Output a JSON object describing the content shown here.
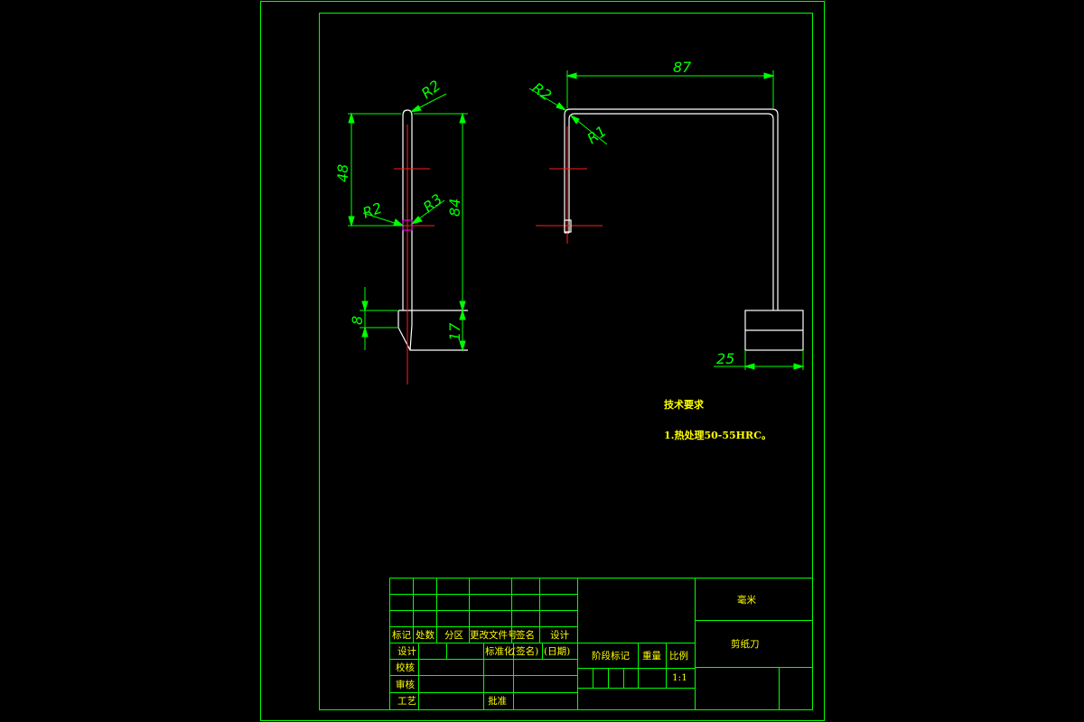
{
  "colors": {
    "background": "#000000",
    "frame": "#00ff00",
    "outline": "#ffffff",
    "center_line": "#ff1e1e",
    "text": "#ffff00"
  },
  "dimensions": {
    "left_view": {
      "radius_top": "R2",
      "height_48": "48",
      "height_84": "84",
      "radius_left_notch": "R2",
      "radius_right_notch": "R3",
      "base_height_8": "8",
      "base_height_17": "17"
    },
    "right_view": {
      "width_87": "87",
      "radius_outer": "R2",
      "radius_inner": "R1",
      "width_25": "25"
    }
  },
  "technical_requirements": {
    "heading": "技术要求",
    "items": [
      "1.热处理50-55HRC。"
    ]
  },
  "title_block": {
    "header_row": [
      "标记",
      "处数",
      "分区",
      "更改文件号",
      "签名",
      "设计"
    ],
    "row_design": {
      "label": "设计",
      "standardization": "标准化",
      "signature": "(签名)",
      "date": "(日期)"
    },
    "row_check": "校核",
    "row_review": "审核",
    "row_process": "工艺",
    "approve": "批准",
    "stage_mark": "阶段标记",
    "weight": "重量",
    "scale_label": "比例",
    "scale_value": "1:1",
    "material_text": "毫米",
    "part_name": "剪纸刀"
  }
}
